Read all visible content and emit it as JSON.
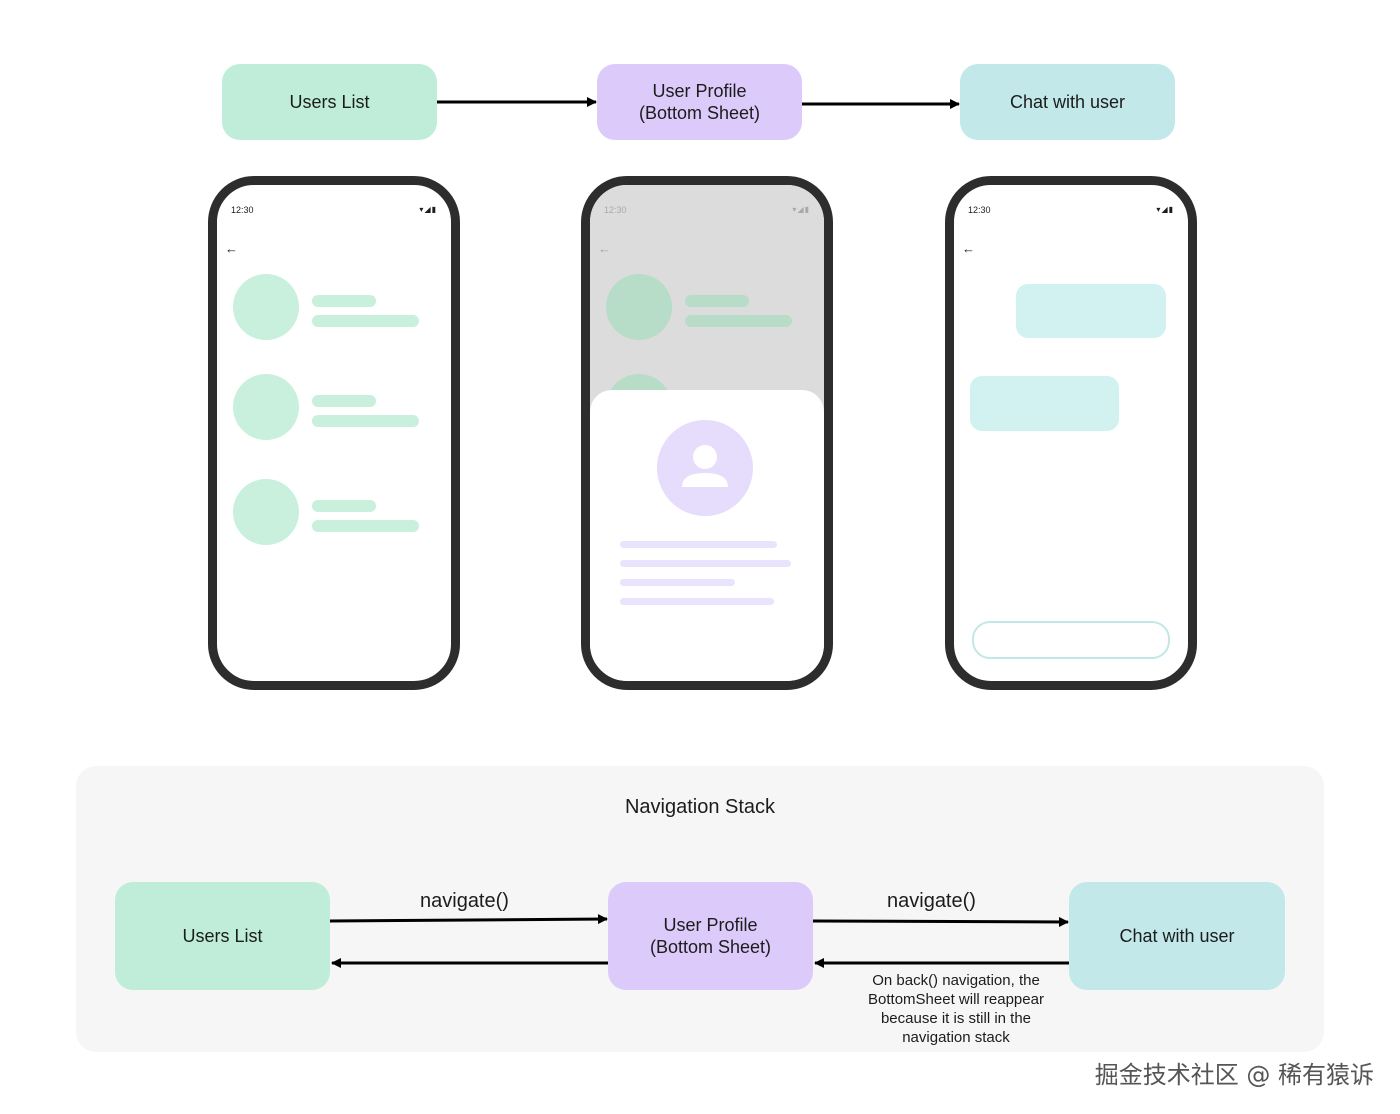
{
  "top_flow": {
    "users_list": "Users List",
    "user_profile_line1": "User Profile",
    "user_profile_line2": "(Bottom Sheet)",
    "chat_with_user": "Chat with user"
  },
  "phones": {
    "status_time": "12:30",
    "status_icons": "▾◢▮",
    "back_arrow": "←"
  },
  "navigation_stack": {
    "title": "Navigation Stack",
    "users_list": "Users List",
    "user_profile_line1": "User Profile",
    "user_profile_line2": "(Bottom Sheet)",
    "chat_with_user": "Chat with user",
    "navigate_label_1": "navigate()",
    "navigate_label_2": "navigate()",
    "back_note_lines": [
      "On back() navigation, the",
      "BottomSheet will reappear",
      "because it is still in the",
      "navigation stack"
    ]
  },
  "watermark": "掘金技术社区 @ 稀有猿诉",
  "colors": {
    "green": "#c0edd9",
    "purple": "#dccafa",
    "teal": "#c2e8e9",
    "phone_frame": "#2d2d2d"
  }
}
